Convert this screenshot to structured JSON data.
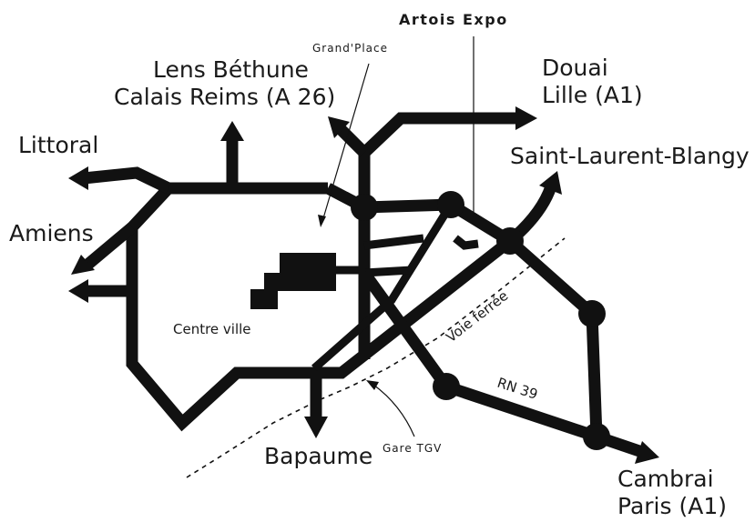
{
  "labels": {
    "artois_expo": "Artois Expo",
    "grand_place": "Grand'Place",
    "lens_line1": "Lens Béthune",
    "lens_line2": "Calais Reims (A 26)",
    "douai_line1": "Douai",
    "douai_line2": "Lille (A1)",
    "littoral": "Littoral",
    "saint_laurent": "Saint-Laurent-Blangy",
    "amiens": "Amiens",
    "centre_ville": "Centre ville",
    "voie_ferree": "Voie ferrée",
    "rn39": "RN 39",
    "bapaume": "Bapaume",
    "gare_tgv": "Gare TGV",
    "cambrai_line1": "Cambrai",
    "cambrai_line2": "Paris (A1)"
  },
  "colors": {
    "ink": "#111111",
    "background": "#ffffff"
  }
}
